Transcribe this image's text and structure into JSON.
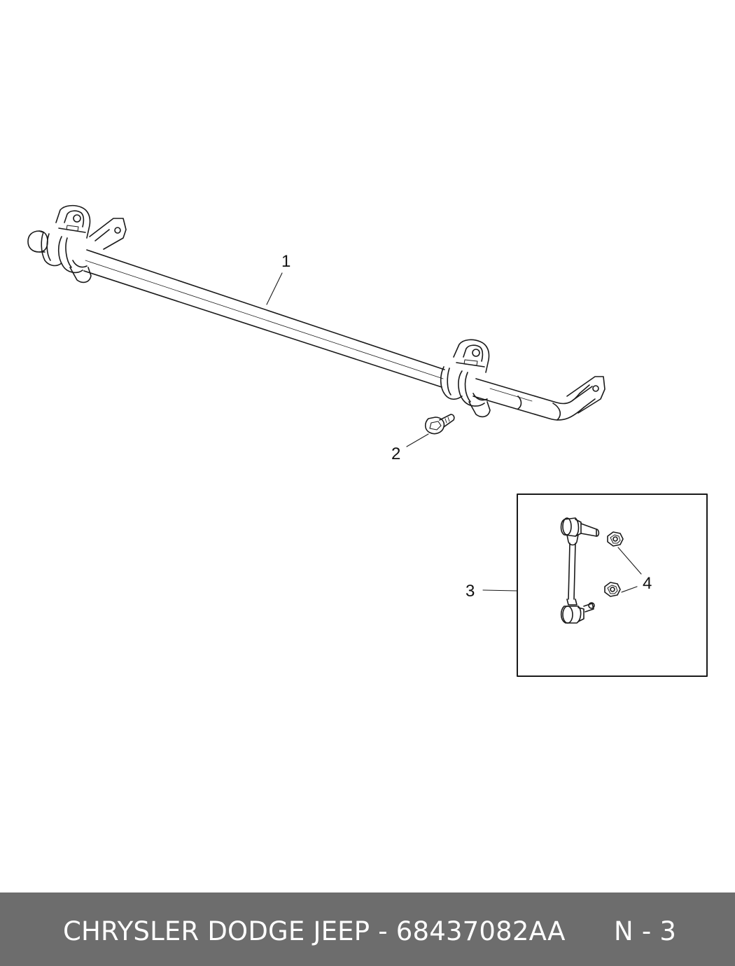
{
  "diagram": {
    "callouts": {
      "c1": "1",
      "c2": "2",
      "c3": "3",
      "c4": "4"
    },
    "line_color": "#1a1a1a"
  },
  "footer": {
    "title": "CHRYSLER DODGE JEEP - 68437082AA",
    "page": "N - 3",
    "background": "#6d6d6d",
    "text_color": "#ffffff"
  }
}
